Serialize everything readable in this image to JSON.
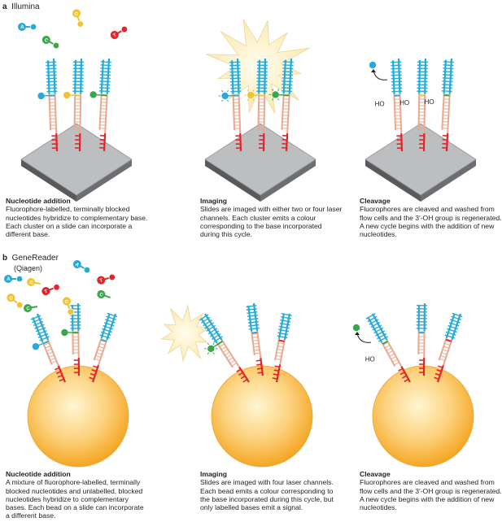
{
  "panel_a": {
    "letter": "a",
    "title": "Illumina",
    "steps": [
      {
        "title": "Nucleotide addition",
        "text": "Fluorophore-labelled, terminally blocked nucleotides hybridize to complementary base. Each cluster on a slide can incorporate a different base."
      },
      {
        "title": "Imaging",
        "text": "Slides are imaged with either two or four laser channels. Each cluster emits a colour corresponding to the base incorporated during this cycle."
      },
      {
        "title": "Cleavage",
        "text": "Fluorophores are cleaved and washed from flow cells and the 3′-OH group is regenerated. A new cycle begins with the addition of new nucleotides."
      }
    ]
  },
  "panel_b": {
    "letter": "b",
    "title": "GeneReader",
    "subtitle": "(Qiagen)",
    "steps": [
      {
        "title": "Nucleotide addition",
        "text": "A mixture of fluorophore-labelled, terminally blocked nucleotides and unlabelled, blocked nucleotides hybridize to complementary bases. Each bead on a slide can incorporate a different base."
      },
      {
        "title": "Imaging",
        "text": "Slides are imaged with four laser channels. Each bead emits a colour corresponding to the base incorporated during this cycle, but only labelled bases emit a signal."
      },
      {
        "title": "Cleavage",
        "text": "Fluorophores are cleaved and washed from flow cells and the 3′-OH group is regenerated. A new cycle begins with the addition of new nucleotides."
      }
    ]
  },
  "nucleotide_letters": [
    "A",
    "C",
    "G",
    "T"
  ],
  "hydroxyl_label": "HO",
  "colors": {
    "adenine": "#29a9d8",
    "cytosine": "#3aa64a",
    "guanine": "#f2c230",
    "thymine": "#e2242b",
    "dna_strand": "#e9a98f",
    "template_end": "#e2242b",
    "slide_top": "#bcbec0",
    "slide_side": "#6d6e71",
    "bead": "#fbc15f",
    "burst": "#fdf3c6"
  }
}
